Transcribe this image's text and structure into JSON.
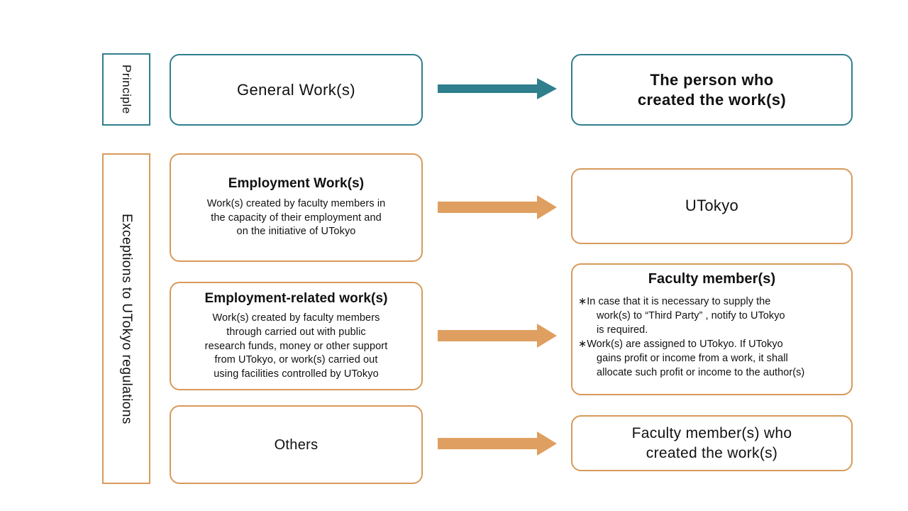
{
  "colors": {
    "teal": "#2f7f8e",
    "orange": "#d79a5b",
    "arrow_teal": "#2f7f8e",
    "arrow_orange": "#df9f60",
    "text": "#111111",
    "background": "#ffffff"
  },
  "sections": {
    "principle": {
      "label": "Principle"
    },
    "exceptions": {
      "label": "Exceptions to UTokyo regulations"
    }
  },
  "rows": [
    {
      "id": "general-works",
      "source": {
        "title": "General  Work(s)",
        "description": ""
      },
      "arrow": "arrow-teal",
      "target": {
        "title_line1": "The person who",
        "title_line2": "created the work(s)"
      }
    },
    {
      "id": "employment-works",
      "source": {
        "title": "Employment Work(s)",
        "description_line1": "Work(s) created by faculty members in",
        "description_line2": "the capacity of their employment and",
        "description_line3": "on the initiative of UTokyo"
      },
      "arrow": "arrow-orange",
      "target": {
        "title": "UTokyo"
      }
    },
    {
      "id": "employment-related-works",
      "source": {
        "title": "Employment-related work(s)",
        "description_line1": "Work(s) created by faculty members",
        "description_line2": "through carried out with public",
        "description_line3": "research funds, money or other support",
        "description_line4": "from UTokyo, or work(s) carried out",
        "description_line5": "using facilities controlled by UTokyo"
      },
      "arrow": "arrow-orange",
      "target": {
        "title": "Faculty member(s)",
        "note1_line1": "∗In case that it is necessary to supply the",
        "note1_line2": "work(s) to  “Third Party” , notify to UTokyo",
        "note1_line3": "is required.",
        "note2_line1": "∗Work(s) are assigned to UTokyo. If UTokyo",
        "note2_line2": "gains profit or income from a work, it shall",
        "note2_line3": "allocate such profit or income to the author(s)"
      }
    },
    {
      "id": "others",
      "source": {
        "title": "Others"
      },
      "arrow": "arrow-orange",
      "target": {
        "title_line1": "Faculty member(s) who",
        "title_line2": "created the work(s)"
      }
    }
  ]
}
